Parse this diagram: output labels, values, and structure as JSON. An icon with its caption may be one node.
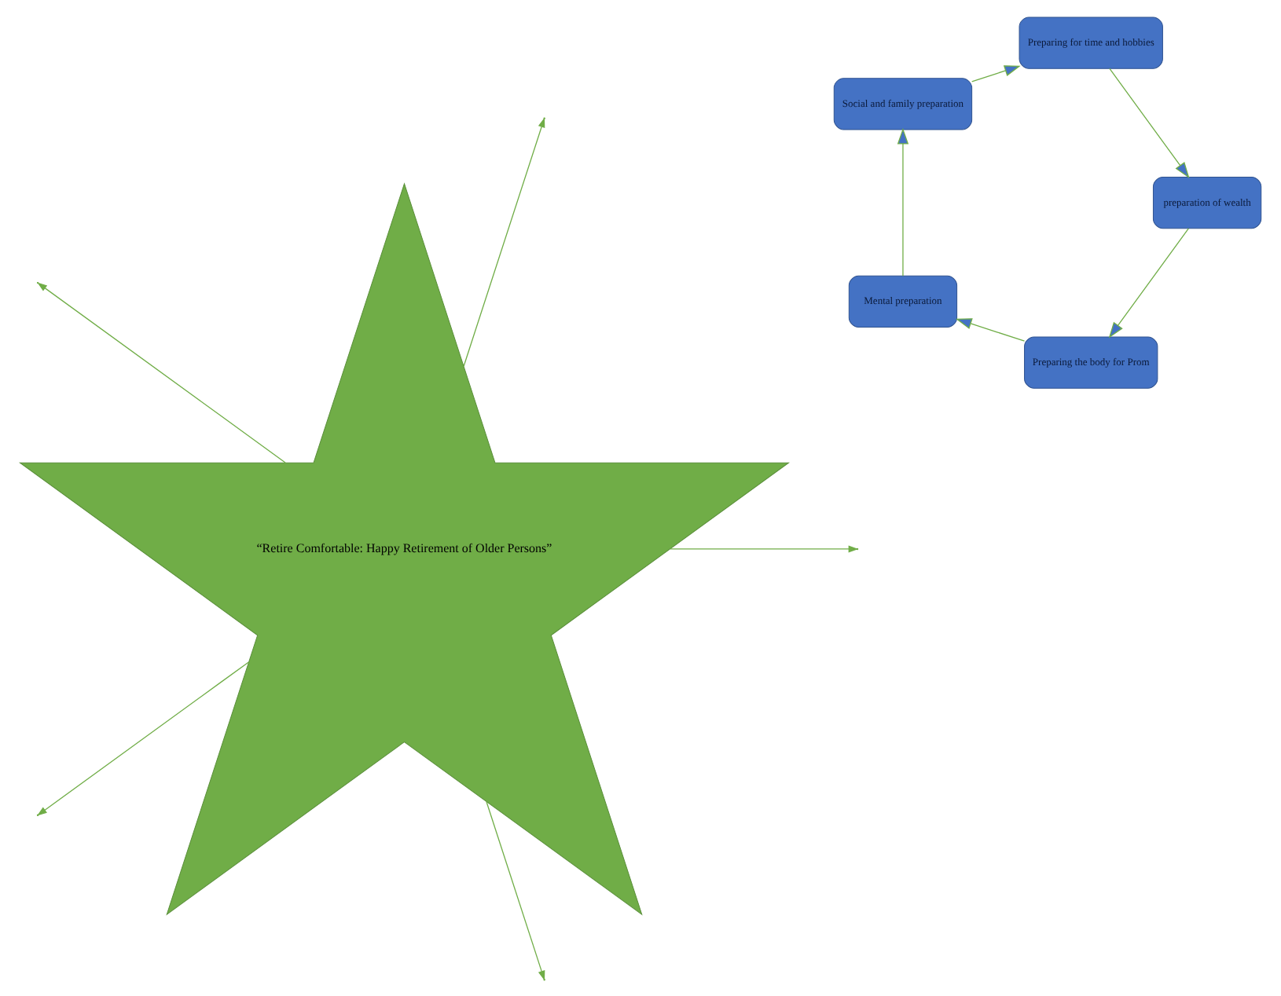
{
  "diagram": {
    "nodes": [
      {
        "text": [
          "“Retire Comfortable: Happy Retirement of Older Persons”"
        ]
      },
      {
        "text": [
          "Preparing the body for Prom"
        ]
      },
      {
        "text": [
          "Mental preparation"
        ]
      },
      {
        "text": [
          "Social and family preparation"
        ]
      },
      {
        "text": [
          "Preparing for time and hobbies"
        ]
      },
      {
        "text": [
          "preparation of wealth"
        ]
      }
    ],
    "edges": [
      {
        "from": 1,
        "to": 2,
        "arrow": "to"
      },
      {
        "from": 2,
        "to": 3,
        "arrow": "to"
      },
      {
        "from": 3,
        "to": 4,
        "arrow": "to"
      },
      {
        "from": 4,
        "to": 5,
        "arrow": "to"
      },
      {
        "from": 5,
        "to": 1,
        "arrow": "to"
      },
      {
        "from": 0,
        "to": null,
        "arrow": "to"
      },
      {
        "from": 0,
        "to": null,
        "arrow": "to"
      },
      {
        "from": 0,
        "to": null,
        "arrow": "to"
      },
      {
        "from": 0,
        "to": null,
        "arrow": "to"
      },
      {
        "from": 0,
        "to": null,
        "arrow": "to"
      }
    ]
  }
}
